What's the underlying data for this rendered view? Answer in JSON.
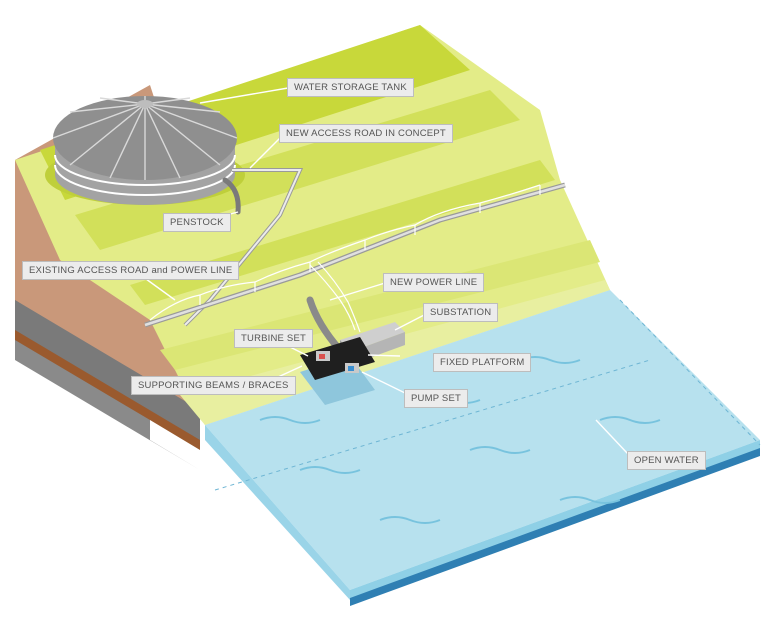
{
  "labels": {
    "water_storage_tank": "WATER STORAGE TANK",
    "new_access_road": "NEW ACCESS ROAD IN CONCEPT",
    "penstock": "PENSTOCK",
    "existing_access_road": "EXISTING ACCESS ROAD and POWER LINE",
    "new_power_line": "NEW POWER LINE",
    "substation": "SUBSTATION",
    "turbine_set": "TURBINE SET",
    "fixed_platform": "FIXED PLATFORM",
    "supporting_beams": "SUPPORTING BEAMS / BRACES",
    "pump_set": "PUMP SET",
    "open_water": "OPEN WATER"
  },
  "colors": {
    "grass_light": "#e3ec88",
    "grass_mid": "#d2e05a",
    "grass_bright": "#c8d83a",
    "soil": "#c9987a",
    "soil_dark": "#9a5a2e",
    "rock": "#8a8a8a",
    "water_top": "#b7e1ee",
    "water_front": "#8fd0e6",
    "water_edge": "#2f7fb3",
    "tank": "#8f8f8f",
    "label_bg": "#ececec"
  }
}
